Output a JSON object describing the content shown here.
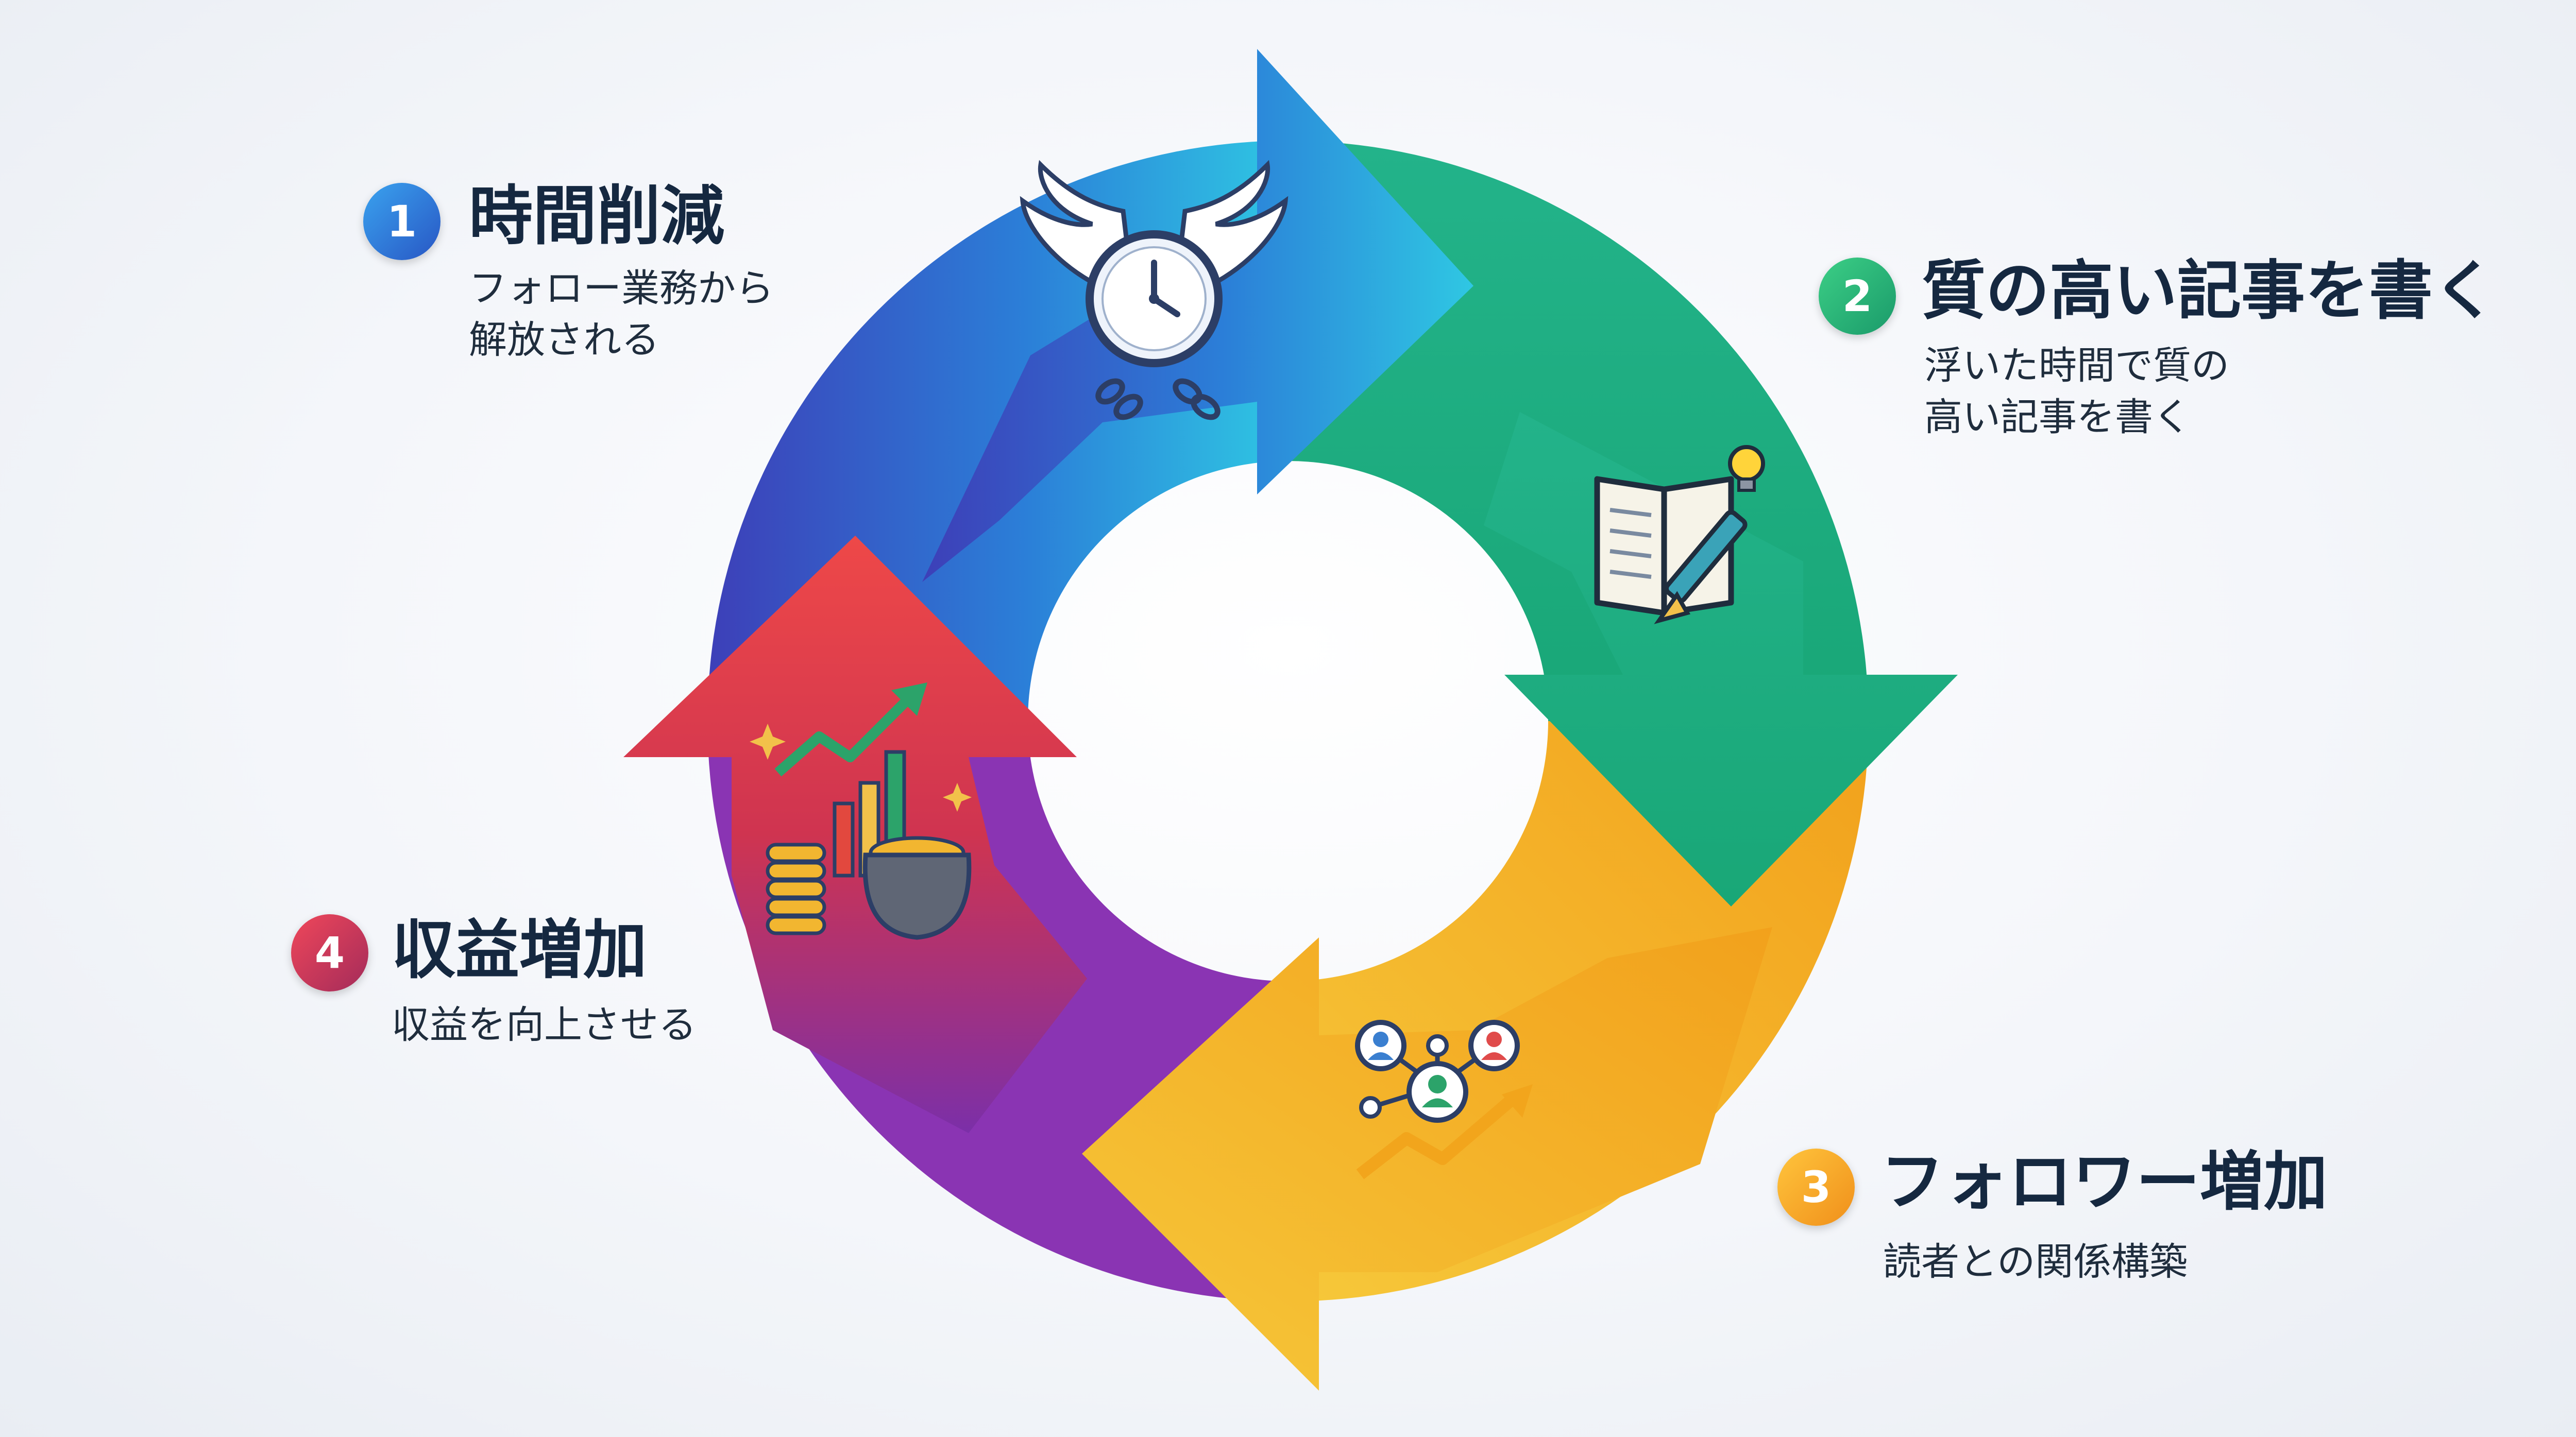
{
  "steps": [
    {
      "number": "1",
      "title": "時間削減",
      "desc_lines": [
        "フォロー業務から",
        "解放される"
      ],
      "color": "#2f7fd6",
      "icon": "winged-clock-broken-chain-icon"
    },
    {
      "number": "2",
      "title": "質の高い記事を書く",
      "desc_lines": [
        "浮いた時間で質の",
        "高い記事を書く"
      ],
      "color": "#22a774",
      "icon": "notebook-pen-lightbulb-icon"
    },
    {
      "number": "3",
      "title": "フォロワー増加",
      "desc_lines": [
        "読者との関係構築"
      ],
      "color": "#f2a51c",
      "icon": "network-growth-arrow-icon"
    },
    {
      "number": "4",
      "title": "収益増加",
      "desc_lines": [
        "収益を向上させる"
      ],
      "color": "#c73a52",
      "icon": "coins-pot-growth-chart-icon"
    }
  ]
}
